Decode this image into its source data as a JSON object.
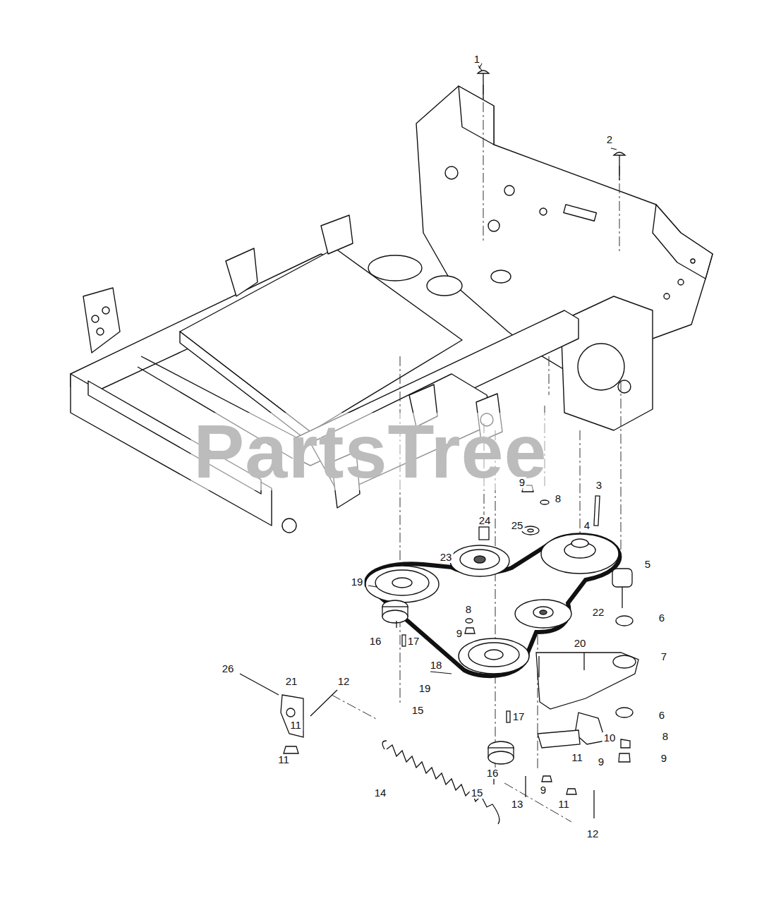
{
  "diagram": {
    "labels": [
      "1",
      "2",
      "PartsTree",
      "9",
      "3",
      "8",
      "24",
      "25",
      "4",
      "23",
      "5",
      "19",
      "8",
      "22",
      "6",
      "9",
      "16",
      "17",
      "20",
      "7",
      "18",
      "26",
      "21",
      "12",
      "19",
      "15",
      "17",
      "6",
      "11",
      "8",
      "10",
      "11",
      "9",
      "9",
      "11",
      "16",
      "9",
      "14",
      "15",
      "13",
      "11",
      "12"
    ]
  }
}
